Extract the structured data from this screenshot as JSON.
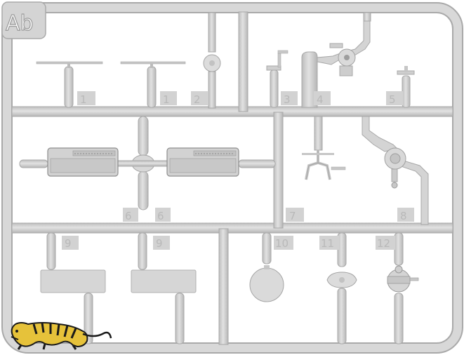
{
  "sprue": {
    "tab_label": "Ab",
    "part_numbers": [
      "1",
      "1",
      "2",
      "3",
      "4",
      "5",
      "6",
      "6",
      "7",
      "8",
      "9",
      "9",
      "10",
      "11",
      "12"
    ]
  },
  "colors": {
    "plastic": "#d6d6d6",
    "plastic_shadow": "#a8a8a8",
    "plastic_light": "#e4e4e4",
    "label": "#bbbbbb",
    "tiger_yellow": "#e6c23a",
    "tiger_stripe": "#1a1a1a"
  }
}
